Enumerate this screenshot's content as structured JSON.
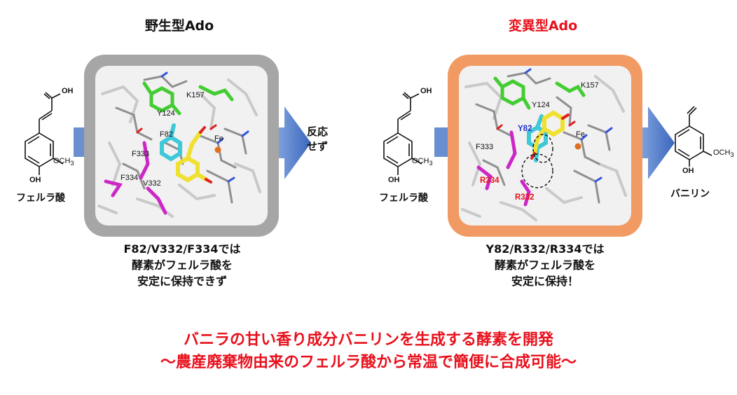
{
  "colors": {
    "accent_red": "#e8101c",
    "panel_gray": "#a6a6a6",
    "panel_orange": "#f29a63",
    "arrow_blue": "#4472c4",
    "magenta": "#cc27c6",
    "green": "#44cc33",
    "cyan": "#3ec8d8",
    "yellow": "#f0e030",
    "blue_label": "#2233cc"
  },
  "left": {
    "title": "野生型Ado",
    "substrate_label": "フェルラ酸",
    "reaction_text": "反応\nせず",
    "residues": {
      "k157": "K157",
      "y124": "Y124",
      "f82": "F82",
      "f333": "F333",
      "f334": "F334",
      "v332": "V332",
      "fe": "Fe"
    },
    "caption_lines": [
      "F82/V332/F334では",
      "酵素がフェルラ酸を",
      "安定に保持できず"
    ]
  },
  "right": {
    "title": "変異型Ado",
    "substrate_label": "フェルラ酸",
    "product_label": "バニリン",
    "residues": {
      "k157": "K157",
      "y124": "Y124",
      "y82": "Y82",
      "f333": "F333",
      "r334": "R334",
      "r332": "R332",
      "fe": "Fe"
    },
    "caption_lines": [
      "Y82/R332/R334では",
      "酵素がフェルラ酸を",
      "安定に保持！"
    ]
  },
  "chem": {
    "oh": "OH",
    "och3": "OCH",
    "sub3": "3"
  },
  "headline": {
    "line1": "バニラの甘い香り成分バニリンを生成する酵素を開発",
    "line2": "～農産廃棄物由来のフェルラ酸から常温で簡便に合成可能～"
  }
}
